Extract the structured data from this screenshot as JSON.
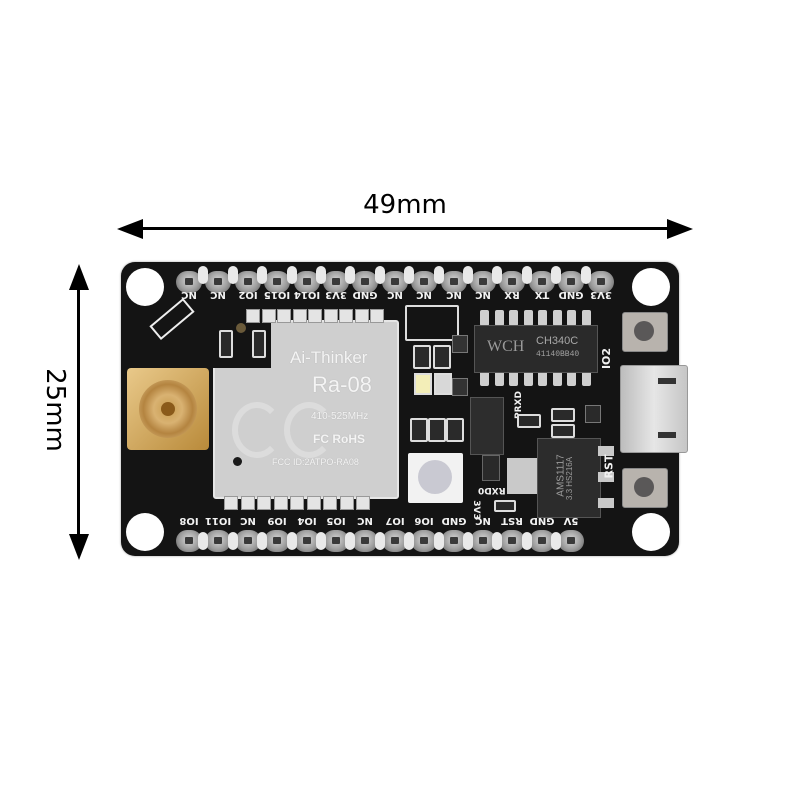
{
  "dimensions": {
    "width_label": "49mm",
    "height_label": "25mm"
  },
  "board": {
    "module": {
      "brand": "Ai-Thinker",
      "model": "Ra-08",
      "frequency": "410-525MHz",
      "certs": "FC RoHS",
      "fcc_id": "FCC ID:2ATPO-RA08"
    },
    "usb_chip": {
      "logo": "WCH",
      "name": "CH340C",
      "batch": "41140BB40"
    },
    "regulator": {
      "name": "AMS1117",
      "line2": "3.3 HS216A"
    },
    "top_pins": [
      "NC",
      "NC",
      "IO2",
      "IO15",
      "IO14",
      "3V3",
      "GND",
      "NC",
      "NC",
      "NC",
      "NC",
      "RX",
      "TX",
      "GND",
      "3V3"
    ],
    "bottom_pins": [
      "IO8",
      "IO11",
      "NC",
      "IO9",
      "IO4",
      "IO5",
      "NC",
      "IO7",
      "IO6",
      "GND",
      "NC",
      "RST",
      "GND",
      "5V"
    ],
    "side_labels": {
      "io2": "IO2",
      "rst": "RST",
      "prxd": "PRXD",
      "rxd0": "RXD0",
      "v3": "3V3"
    }
  },
  "colors": {
    "pcb": "#141414",
    "silkscreen": "#f2f2f2",
    "gold": "#c79c50",
    "shield": "#cfcfcf"
  }
}
